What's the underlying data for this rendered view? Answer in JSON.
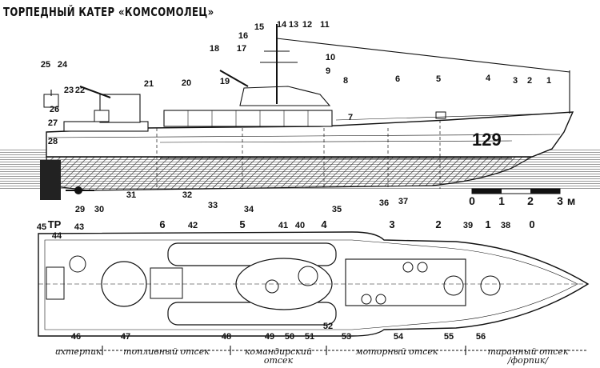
{
  "title": "ТОРПЕДНЫЙ КАТЕР «КОМСОМОЛЕЦ»",
  "hull_number": "129",
  "scale": {
    "ticks": [
      "0",
      "1",
      "2",
      "3"
    ],
    "unit": "м"
  },
  "frame_labels": [
    "ТР",
    "6",
    "5",
    "4",
    "3",
    "2",
    "1",
    "0"
  ],
  "compartments": [
    "ахтерпик",
    "топливный отсек",
    "командирский",
    "отсек",
    "моторный отсек",
    "таранный отсек",
    "/форпик/"
  ],
  "callouts_side": [
    "1",
    "2",
    "3",
    "4",
    "5",
    "6",
    "7",
    "8",
    "9",
    "10",
    "11",
    "12",
    "13",
    "14",
    "15",
    "16",
    "17",
    "18",
    "19",
    "20",
    "21",
    "22",
    "23",
    "24",
    "25",
    "26",
    "27",
    "28",
    "29",
    "30",
    "31",
    "32",
    "33",
    "34",
    "35",
    "36",
    "37"
  ],
  "callouts_plan": [
    "38",
    "39",
    "40",
    "41",
    "42",
    "43",
    "44",
    "45",
    "46",
    "47",
    "48",
    "49",
    "50",
    "51",
    "52",
    "53",
    "54",
    "55",
    "56"
  ]
}
